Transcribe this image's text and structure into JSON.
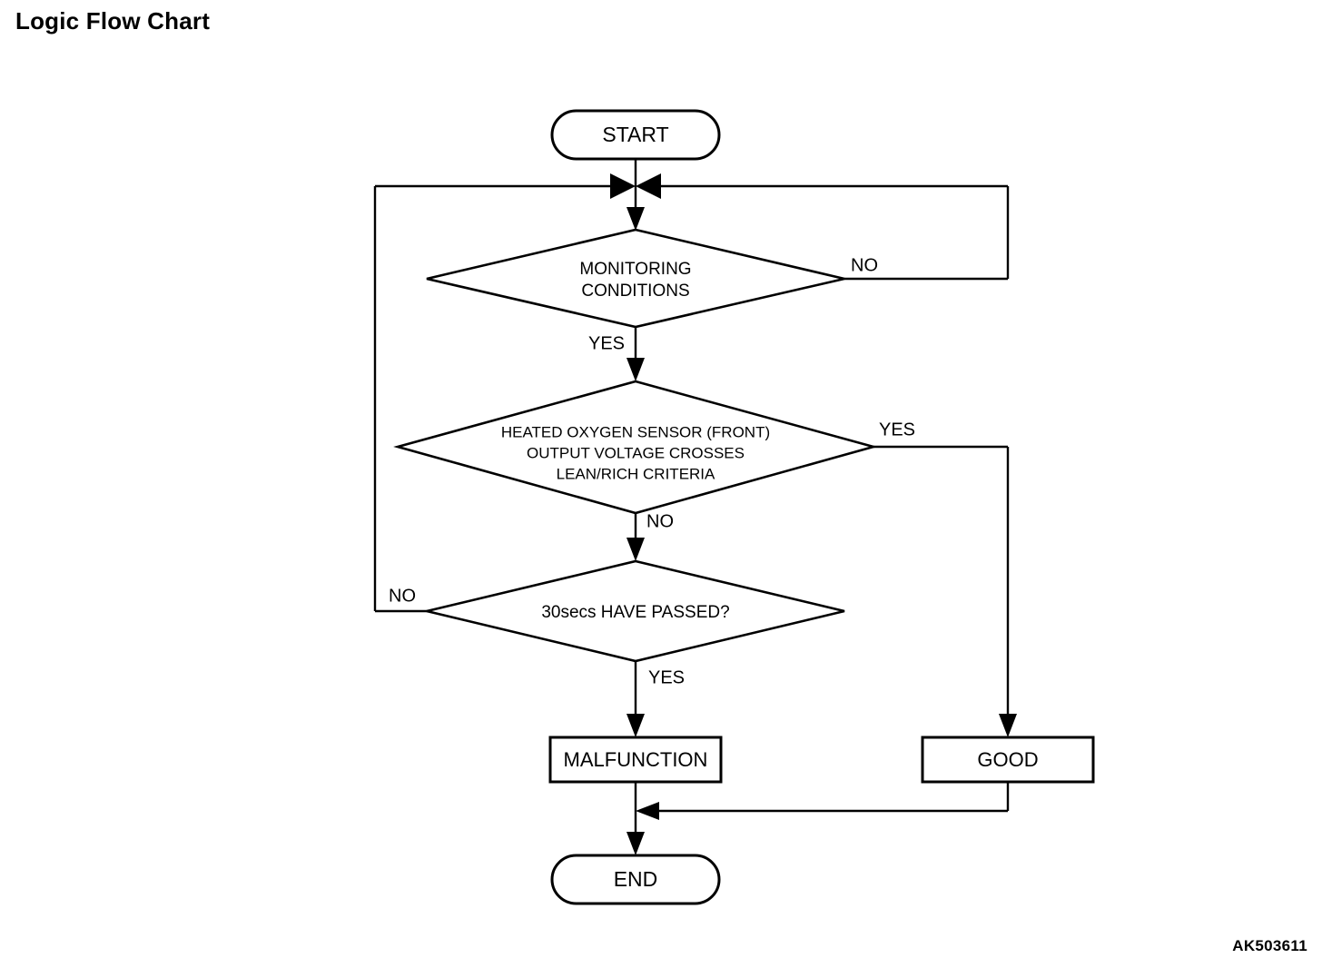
{
  "page": {
    "title": "Logic Flow Chart",
    "figure_code": "AK503611",
    "background_color": "#ffffff",
    "line_color": "#000000",
    "text_color": "#000000"
  },
  "chart_data": {
    "type": "diagram",
    "diagram_kind": "flowchart",
    "title": "Logic Flow Chart",
    "nodes": [
      {
        "id": "start",
        "shape": "terminator",
        "label": "START"
      },
      {
        "id": "monitoring",
        "shape": "decision",
        "label_lines": [
          "MONITORING",
          "CONDITIONS"
        ]
      },
      {
        "id": "o2sensor",
        "shape": "decision",
        "label_lines": [
          "HEATED OXYGEN SENSOR (FRONT)",
          "OUTPUT VOLTAGE CROSSES",
          "LEAN/RICH CRITERIA"
        ]
      },
      {
        "id": "timer",
        "shape": "decision",
        "label_lines": [
          "30secs HAVE PASSED?"
        ]
      },
      {
        "id": "malfunction",
        "shape": "process",
        "label": "MALFUNCTION"
      },
      {
        "id": "good",
        "shape": "process",
        "label": "GOOD"
      },
      {
        "id": "end",
        "shape": "terminator",
        "label": "END"
      }
    ],
    "edges": [
      {
        "from": "start",
        "to": "monitoring",
        "label": ""
      },
      {
        "from": "monitoring",
        "to": "o2sensor",
        "label": "YES"
      },
      {
        "from": "monitoring",
        "to": "monitoring",
        "label": "NO",
        "routing": "right-loop-back-to-top"
      },
      {
        "from": "o2sensor",
        "to": "good",
        "label": "YES",
        "routing": "right-then-down"
      },
      {
        "from": "o2sensor",
        "to": "timer",
        "label": "NO"
      },
      {
        "from": "timer",
        "to": "monitoring",
        "label": "NO",
        "routing": "left-loop-back-to-top"
      },
      {
        "from": "timer",
        "to": "malfunction",
        "label": "YES"
      },
      {
        "from": "malfunction",
        "to": "end",
        "label": ""
      },
      {
        "from": "good",
        "to": "end",
        "label": "",
        "routing": "down-then-left-merge"
      }
    ]
  },
  "labels": {
    "start": "START",
    "end": "END",
    "malfunction": "MALFUNCTION",
    "good": "GOOD",
    "monitoring_line1": "MONITORING",
    "monitoring_line2": "CONDITIONS",
    "o2_line1": "HEATED OXYGEN SENSOR (FRONT)",
    "o2_line2": "OUTPUT VOLTAGE CROSSES",
    "o2_line3": "LEAN/RICH CRITERIA",
    "timer_text": "30secs HAVE PASSED?",
    "branch_monitoring_no": "NO",
    "branch_monitoring_yes": "YES",
    "branch_o2_yes": "YES",
    "branch_o2_no": "NO",
    "branch_timer_no": "NO",
    "branch_timer_yes": "YES"
  }
}
